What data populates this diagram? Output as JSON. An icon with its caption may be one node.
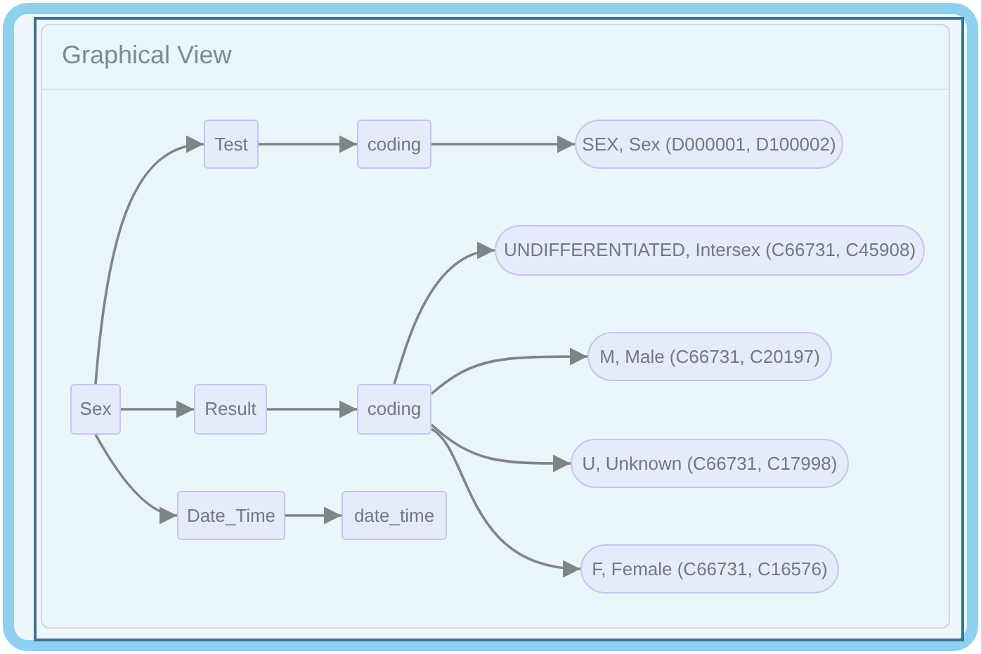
{
  "diagram": {
    "title": "Graphical View",
    "nodes": [
      {
        "text": [
          "Sex"
        ]
      },
      {
        "text": [
          "Test"
        ]
      },
      {
        "text": [
          "coding"
        ]
      },
      {
        "text": [
          "SEX, Sex (D000001, D100002)"
        ]
      },
      {
        "text": [
          "Result"
        ]
      },
      {
        "text": [
          "coding"
        ]
      },
      {
        "text": [
          "Date_Time"
        ]
      },
      {
        "text": [
          "date_time"
        ]
      },
      {
        "text": [
          "UNDIFFERENTIATED, Intersex (C66731, C45908)"
        ]
      },
      {
        "text": [
          "M, Male (C66731, C20197)"
        ]
      },
      {
        "text": [
          "U, Unknown (C66731, C17998)"
        ]
      },
      {
        "text": [
          "F, Female (C66731, C16576)"
        ]
      }
    ],
    "edges": [
      {
        "from": 0,
        "to": 1,
        "arrow": "to"
      },
      {
        "from": 0,
        "to": 4,
        "arrow": "to"
      },
      {
        "from": 0,
        "to": 6,
        "arrow": "to"
      },
      {
        "from": 1,
        "to": 2,
        "arrow": "to"
      },
      {
        "from": 2,
        "to": 3,
        "arrow": "to"
      },
      {
        "from": 4,
        "to": 5,
        "arrow": "to"
      },
      {
        "from": 6,
        "to": 7,
        "arrow": "to"
      },
      {
        "from": 5,
        "to": 8,
        "arrow": "to"
      },
      {
        "from": 5,
        "to": 9,
        "arrow": "to"
      },
      {
        "from": 5,
        "to": 10,
        "arrow": "to"
      },
      {
        "from": 5,
        "to": 11,
        "arrow": "to"
      }
    ]
  }
}
